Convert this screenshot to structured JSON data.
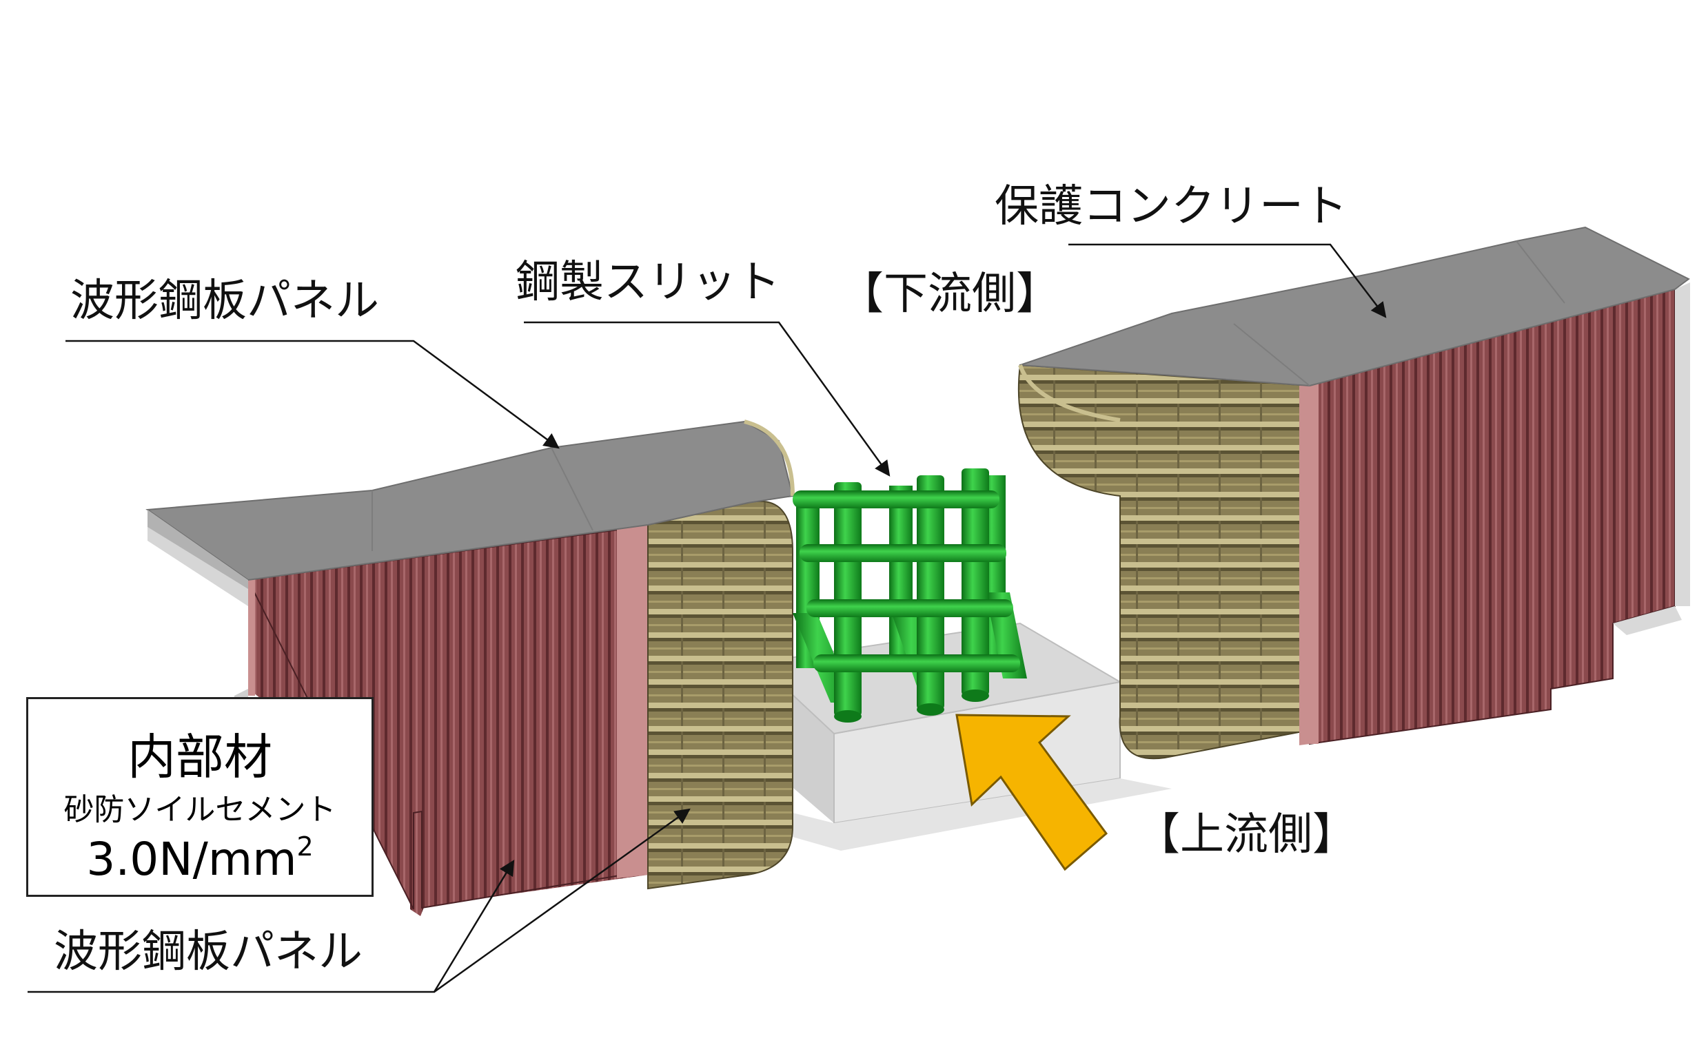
{
  "labels": {
    "top_left_panel": "波形鋼板パネル",
    "steel_slit": "鋼製スリット",
    "downstream": "【下流側】",
    "protective_concrete": "保護コンクリート",
    "upstream": "【上流側】",
    "bottom_panel": "波形鋼板パネル"
  },
  "material_box": {
    "title": "内部材",
    "subtitle": "砂防ソイルセメント",
    "strength_value": "3.0N/mm",
    "strength_exp": "2"
  },
  "colors": {
    "concrete_top": "#8c8c8c",
    "panel_red": "#8b4a4d",
    "panel_edge": "#c98f8f",
    "soil_cement_olive": "#8a7f55",
    "steel_slit_green": "#1fae2a",
    "arrow_yellow": "#f6b400",
    "base_slab": "#e6e6e6"
  }
}
